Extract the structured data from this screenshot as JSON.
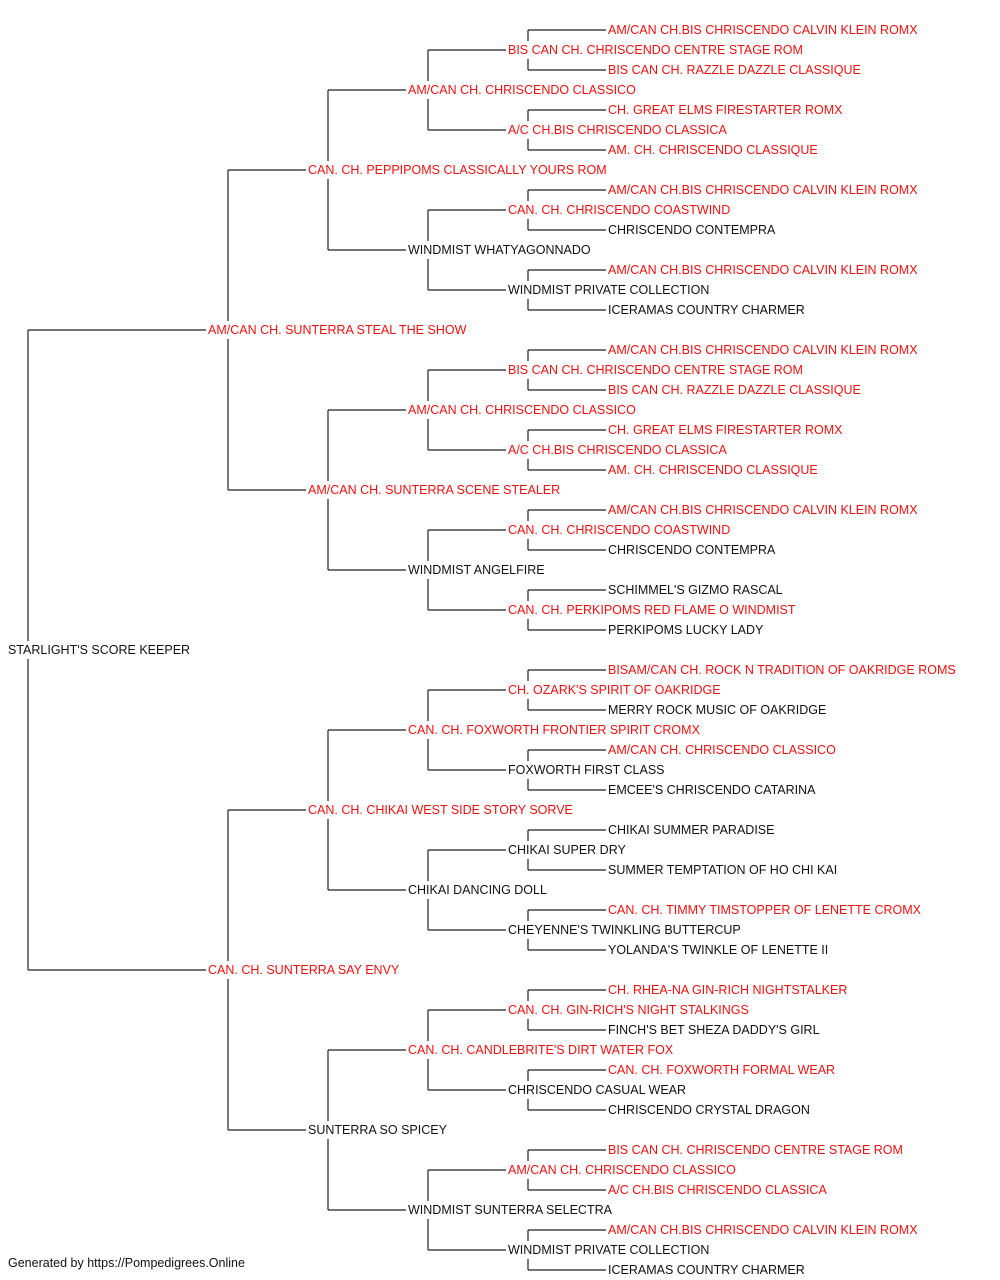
{
  "pedigree": {
    "subject": "STARLIGHT'S SCORE KEEPER",
    "sire": {
      "name": "AM/CAN CH. SUNTERRA STEAL THE SHOW",
      "champion": true,
      "sire": {
        "name": "CAN. CH. PEPPIPOMS CLASSICALLY YOURS ROM",
        "champion": true,
        "sire": {
          "name": "AM/CAN CH. CHRISCENDO CLASSICO",
          "champion": true,
          "sire": {
            "name": "BIS CAN CH. CHRISCENDO CENTRE STAGE ROM",
            "champion": true,
            "sire": {
              "name": "AM/CAN CH.BIS CHRISCENDO CALVIN KLEIN ROMX",
              "champion": true
            },
            "dam": {
              "name": "BIS CAN CH. RAZZLE DAZZLE CLASSIQUE",
              "champion": true
            }
          },
          "dam": {
            "name": "A/C CH.BIS CHRISCENDO CLASSICA",
            "champion": true,
            "sire": {
              "name": "CH. GREAT ELMS FIRESTARTER ROMX",
              "champion": true
            },
            "dam": {
              "name": "AM. CH. CHRISCENDO CLASSIQUE",
              "champion": true
            }
          }
        },
        "dam": {
          "name": "WINDMIST WHATYAGONNADO",
          "champion": false,
          "sire": {
            "name": "CAN. CH. CHRISCENDO COASTWIND",
            "champion": true,
            "sire": {
              "name": "AM/CAN CH.BIS CHRISCENDO CALVIN KLEIN ROMX",
              "champion": true
            },
            "dam": {
              "name": "CHRISCENDO CONTEMPRA",
              "champion": false
            }
          },
          "dam": {
            "name": "WINDMIST PRIVATE COLLECTION",
            "champion": false,
            "sire": {
              "name": "AM/CAN CH.BIS CHRISCENDO CALVIN KLEIN ROMX",
              "champion": true
            },
            "dam": {
              "name": "ICERAMAS COUNTRY CHARMER",
              "champion": false
            }
          }
        }
      },
      "dam": {
        "name": "AM/CAN CH. SUNTERRA SCENE STEALER",
        "champion": true,
        "sire": {
          "name": "AM/CAN CH. CHRISCENDO CLASSICO",
          "champion": true,
          "sire": {
            "name": "BIS CAN CH. CHRISCENDO CENTRE STAGE ROM",
            "champion": true,
            "sire": {
              "name": "AM/CAN CH.BIS CHRISCENDO CALVIN KLEIN ROMX",
              "champion": true
            },
            "dam": {
              "name": "BIS CAN CH. RAZZLE DAZZLE CLASSIQUE",
              "champion": true
            }
          },
          "dam": {
            "name": "A/C CH.BIS CHRISCENDO CLASSICA",
            "champion": true,
            "sire": {
              "name": "CH. GREAT ELMS FIRESTARTER ROMX",
              "champion": true
            },
            "dam": {
              "name": "AM. CH. CHRISCENDO CLASSIQUE",
              "champion": true
            }
          }
        },
        "dam": {
          "name": "WINDMIST ANGELFIRE",
          "champion": false,
          "sire": {
            "name": "CAN. CH. CHRISCENDO COASTWIND",
            "champion": true,
            "sire": {
              "name": "AM/CAN CH.BIS CHRISCENDO CALVIN KLEIN ROMX",
              "champion": true
            },
            "dam": {
              "name": "CHRISCENDO CONTEMPRA",
              "champion": false
            }
          },
          "dam": {
            "name": "CAN. CH. PERKIPOMS RED FLAME O WINDMIST",
            "champion": true,
            "sire": {
              "name": "SCHIMMEL'S GIZMO RASCAL",
              "champion": false
            },
            "dam": {
              "name": "PERKIPOMS LUCKY LADY",
              "champion": false
            }
          }
        }
      }
    },
    "dam": {
      "name": "CAN. CH. SUNTERRA SAY ENVY",
      "champion": true,
      "sire": {
        "name": "CAN. CH. CHIKAI WEST SIDE STORY SORVE",
        "champion": true,
        "sire": {
          "name": "CAN. CH. FOXWORTH FRONTIER SPIRIT CROMX",
          "champion": true,
          "sire": {
            "name": "CH. OZARK'S SPIRIT OF OAKRIDGE",
            "champion": true,
            "sire": {
              "name": "BISAM/CAN CH. ROCK N TRADITION OF OAKRIDGE ROMS",
              "champion": true
            },
            "dam": {
              "name": "MERRY ROCK MUSIC OF OAKRIDGE",
              "champion": false
            }
          },
          "dam": {
            "name": "FOXWORTH FIRST CLASS",
            "champion": false,
            "sire": {
              "name": "AM/CAN CH. CHRISCENDO CLASSICO",
              "champion": true
            },
            "dam": {
              "name": "EMCEE'S CHRISCENDO CATARINA",
              "champion": false
            }
          }
        },
        "dam": {
          "name": "CHIKAI DANCING DOLL",
          "champion": false,
          "sire": {
            "name": "CHIKAI SUPER DRY",
            "champion": false,
            "sire": {
              "name": "CHIKAI SUMMER PARADISE",
              "champion": false
            },
            "dam": {
              "name": "SUMMER TEMPTATION OF HO CHI KAI",
              "champion": false
            }
          },
          "dam": {
            "name": "CHEYENNE'S TWINKLING BUTTERCUP",
            "champion": false,
            "sire": {
              "name": "CAN. CH. TIMMY TIMSTOPPER OF LENETTE CROMX",
              "champion": true
            },
            "dam": {
              "name": "YOLANDA'S TWINKLE OF LENETTE II",
              "champion": false
            }
          }
        }
      },
      "dam": {
        "name": "SUNTERRA SO SPICEY",
        "champion": false,
        "sire": {
          "name": "CAN. CH. CANDLEBRITE'S DIRT WATER FOX",
          "champion": true,
          "sire": {
            "name": "CAN. CH. GIN-RICH'S NIGHT STALKINGS",
            "champion": true,
            "sire": {
              "name": "CH. RHEA-NA GIN-RICH NIGHTSTALKER",
              "champion": true
            },
            "dam": {
              "name": "FINCH'S BET SHEZA DADDY'S GIRL",
              "champion": false
            }
          },
          "dam": {
            "name": "CHRISCENDO CASUAL WEAR",
            "champion": false,
            "sire": {
              "name": "CAN. CH. FOXWORTH FORMAL WEAR",
              "champion": true
            },
            "dam": {
              "name": "CHRISCENDO CRYSTAL DRAGON",
              "champion": false
            }
          }
        },
        "dam": {
          "name": "WINDMIST SUNTERRA SELECTRA",
          "champion": false,
          "sire": {
            "name": "AM/CAN CH. CHRISCENDO CLASSICO",
            "champion": true,
            "sire": {
              "name": "BIS CAN CH. CHRISCENDO CENTRE STAGE ROM",
              "champion": true
            },
            "dam": {
              "name": "A/C CH.BIS CHRISCENDO CLASSICA",
              "champion": true
            }
          },
          "dam": {
            "name": "WINDMIST PRIVATE COLLECTION",
            "champion": false,
            "sire": {
              "name": "AM/CAN CH.BIS CHRISCENDO CALVIN KLEIN ROMX",
              "champion": true
            },
            "dam": {
              "name": "ICERAMAS COUNTRY CHARMER",
              "champion": false
            }
          }
        }
      }
    }
  },
  "footer": "Generated by https://Pompedigrees.Online",
  "colors": {
    "champion": "#ee1111",
    "regular": "#111111",
    "connector": "#222222"
  }
}
